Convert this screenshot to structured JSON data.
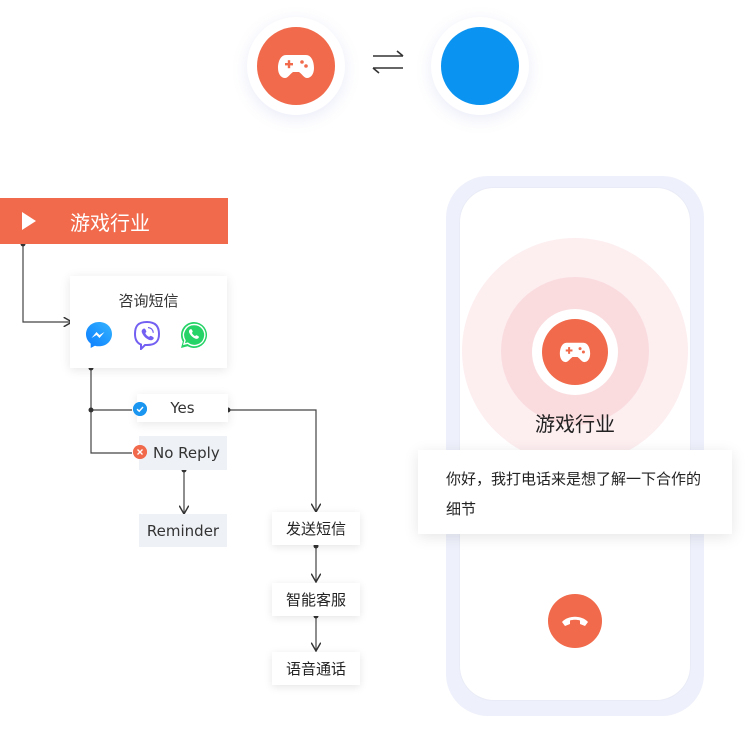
{
  "top": {
    "left_avatar_icon": "gamepad-icon",
    "swap_icon": "swap-arrows-icon",
    "right_avatar_color": "#0A93F0"
  },
  "flow": {
    "banner_label": "游戏行业",
    "sms_title": "咨询短信",
    "apps": [
      "messenger-icon",
      "viber-icon",
      "whatsapp-icon"
    ],
    "yes_label": "Yes",
    "no_reply_label": "No Reply",
    "reminder_label": "Reminder",
    "steps": [
      "发送短信",
      "智能客服",
      "语音通话"
    ]
  },
  "phone": {
    "caller_name": "游戏行业",
    "message": "你好，我打电话来是想了解一下合作的细节",
    "hangup_icon": "hangup-icon"
  },
  "colors": {
    "accent": "#F16A4B",
    "blue": "#0A93F0",
    "pink_ring": "#FADCDF"
  }
}
